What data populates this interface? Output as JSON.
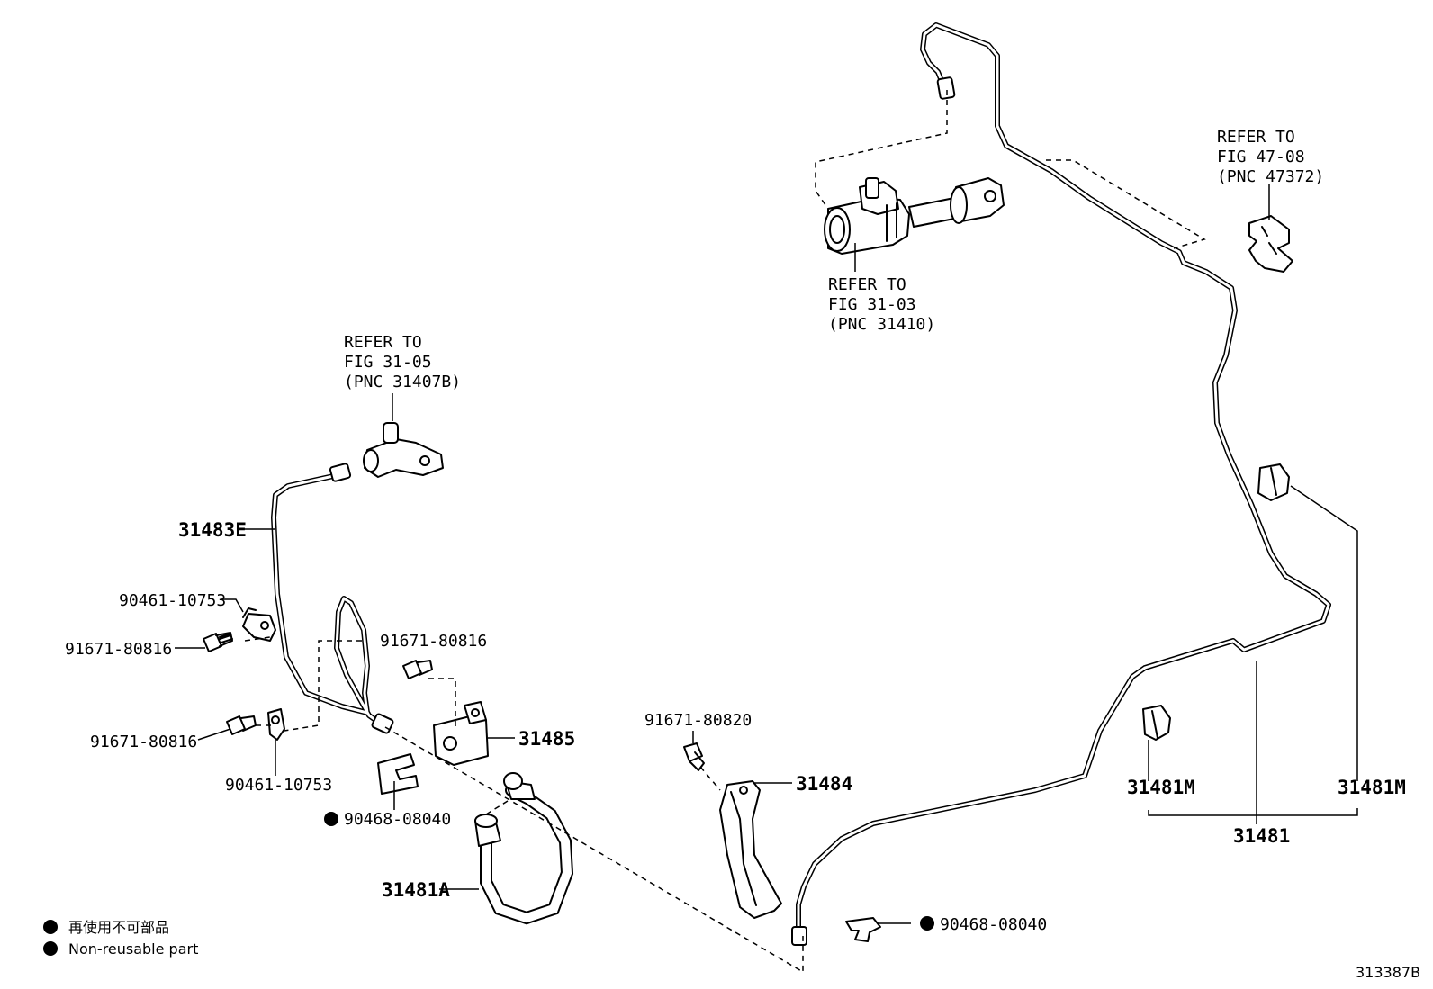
{
  "references": {
    "master_cylinder": [
      "REFER TO",
      "FIG 31-03",
      "(PNC 31410)"
    ],
    "fig_47_08": [
      "REFER TO",
      "FIG 47-08",
      "(PNC 47372)"
    ],
    "release_cylinder": [
      "REFER TO",
      "FIG 31-05",
      "(PNC 31407B)"
    ]
  },
  "parts": {
    "p31483E": "31483E",
    "p90461_top": "90461-10753",
    "p91671_left_top": "91671-80816",
    "p91671_left_mid": "91671-80816",
    "p91671_mid": "91671-80816",
    "p90461_bottom": "90461-10753",
    "p31485": "31485",
    "p90468_left": "90468-08040",
    "p31481A": "31481A",
    "p91671_80820": "91671-80820",
    "p31484": "31484",
    "p90468_right": "90468-08040",
    "p31481M_left": "31481M",
    "p31481M_right": "31481M",
    "p31481": "31481"
  },
  "legend": {
    "jp": "再使用不可部品",
    "en": "Non-reusable part"
  },
  "figure_number": "313387B"
}
